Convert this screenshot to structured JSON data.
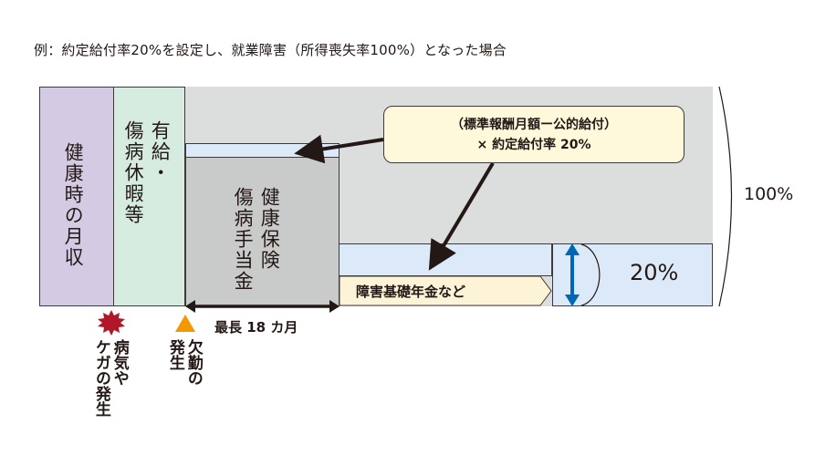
{
  "caption": "例：約定給付率20%を設定し、就業障害（所得喪失率100%）となった場合",
  "columns": {
    "healthy_income": "健康時の月収",
    "paid_leave_line1": "有給・",
    "paid_leave_line2": "傷病休暇等",
    "sickness_line1": "健康保険",
    "sickness_line2": "傷病手当金"
  },
  "callout": {
    "line1": "（標準報酬月額ー公的給付）",
    "line2": "× 約定給付率 20%"
  },
  "pension_label": "障害基礎年金など",
  "pct_label": "20%",
  "full_pct_label": "100%",
  "period_label": "最長 18 カ月",
  "events": {
    "illness_line1": "病気や",
    "illness_line2": "ケガの発生",
    "absence_line1": "欠勤の",
    "absence_line2": "発生"
  },
  "colors": {
    "healthy": "#d3cbe3",
    "paid_leave": "#d6ece0",
    "sickness": "#c9caca",
    "benefit": "#dbe9f8",
    "callout": "#fff9db",
    "pension_arrow": "#fdf3d7",
    "illness_mark": "#b0182a",
    "absence_mark": "#f39800",
    "arrow_blue": "#0068b7"
  }
}
